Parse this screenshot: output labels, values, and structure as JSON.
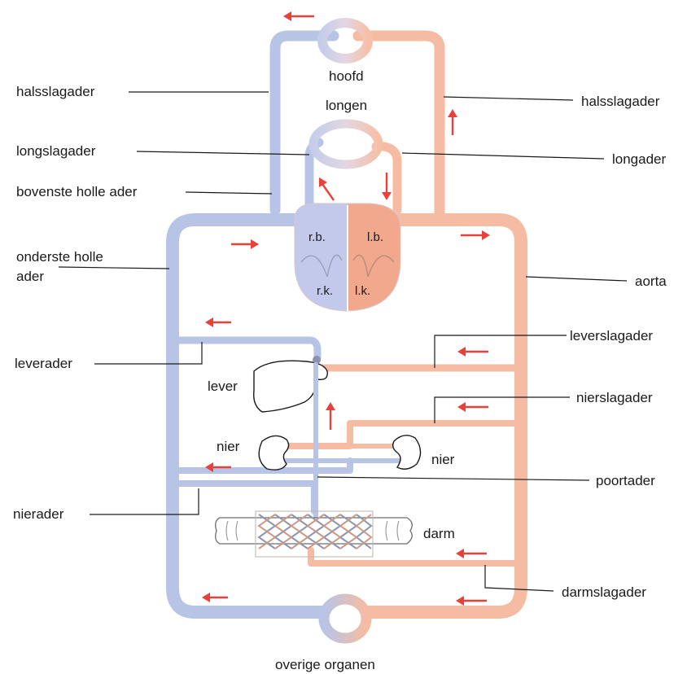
{
  "colors": {
    "vein_blue": "#b8c4e6",
    "artery_red": "#f6bca3",
    "flow_arrow": "#e8413a",
    "text": "#1a1a1a"
  },
  "organs": {
    "head": "hoofd",
    "lungs": "longen",
    "liver": "lever",
    "kidney_left": "nier",
    "kidney_right": "nier",
    "intestine": "darm",
    "other_organs": "overige organen"
  },
  "heart": {
    "right_atrium": "r.b.",
    "left_atrium": "l.b.",
    "right_ventricle": "r.k.",
    "left_ventricle": "l.k."
  },
  "labels_left": {
    "carotid": "halsslagader",
    "pulmonary_artery": "longslagader",
    "superior_vena_cava": "bovenste holle ader",
    "inferior_vena_cava_line1": "onderste holle",
    "inferior_vena_cava_line2": "ader",
    "hepatic_vein": "leverader",
    "renal_vein": "nierader"
  },
  "labels_right": {
    "carotid": "halsslagader",
    "pulmonary_vein": "longader",
    "aorta": "aorta",
    "hepatic_artery": "leverslagader",
    "renal_artery": "nierslagader",
    "portal_vein": "poortader",
    "intestinal_artery": "darmslagader"
  }
}
